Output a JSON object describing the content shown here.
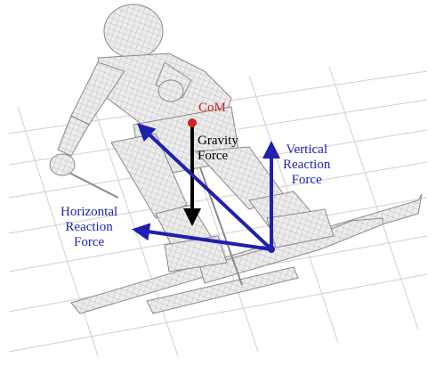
{
  "labels": {
    "com": "CoM",
    "gravity": [
      "Gravity",
      "Force"
    ],
    "vertical": [
      "Vertical",
      "Reaction",
      "Force"
    ],
    "horizontal": [
      "Horizontal",
      "Reaction",
      "Force"
    ]
  },
  "colors": {
    "com": "#d42020",
    "gravity": "#000000",
    "reaction": "#1f1fb0",
    "mesh": "#9a9a9a",
    "grid": "#cfcfcf"
  }
}
